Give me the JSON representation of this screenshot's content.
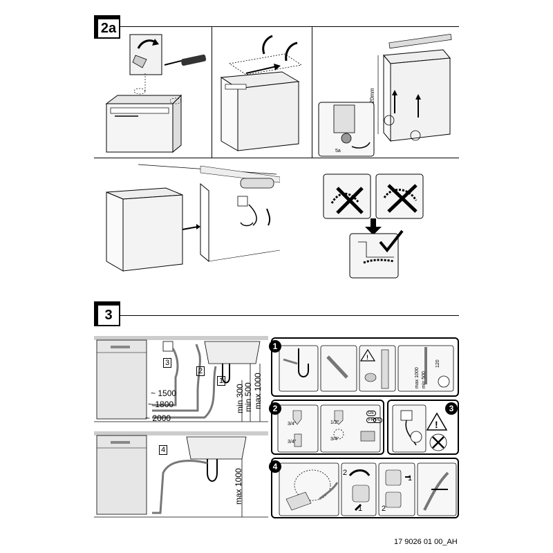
{
  "section_2a": {
    "step_label": "2a",
    "height_label": "820mm",
    "small_label_a": "5a"
  },
  "section_3": {
    "step_label": "3",
    "top_diagram": {
      "callouts": [
        "3",
        "2",
        "1"
      ],
      "hose_lengths": [
        "~ 1500",
        "~ 1800",
        "~ 2000"
      ],
      "height_labels": [
        "min 300",
        "min 500",
        "max 1000"
      ]
    },
    "bottom_diagram": {
      "callout": "4",
      "height_label": "max 1000"
    },
    "panel_1": {
      "number": "1",
      "height_labels": [
        "max 1000",
        "min 500",
        "120"
      ]
    },
    "panel_2": {
      "number": "2",
      "thread_labels": [
        "3/4\"",
        "3/4\"",
        "1/2\"",
        "3/4\""
      ],
      "badges": [
        "DE",
        "FR",
        "PL"
      ]
    },
    "panel_3": {
      "number": "3"
    },
    "panel_4": {
      "number": "4",
      "sub_steps": [
        "2",
        "1",
        "1",
        "2"
      ]
    }
  },
  "footer": {
    "document_code": "17 9026 01 00_AH"
  }
}
